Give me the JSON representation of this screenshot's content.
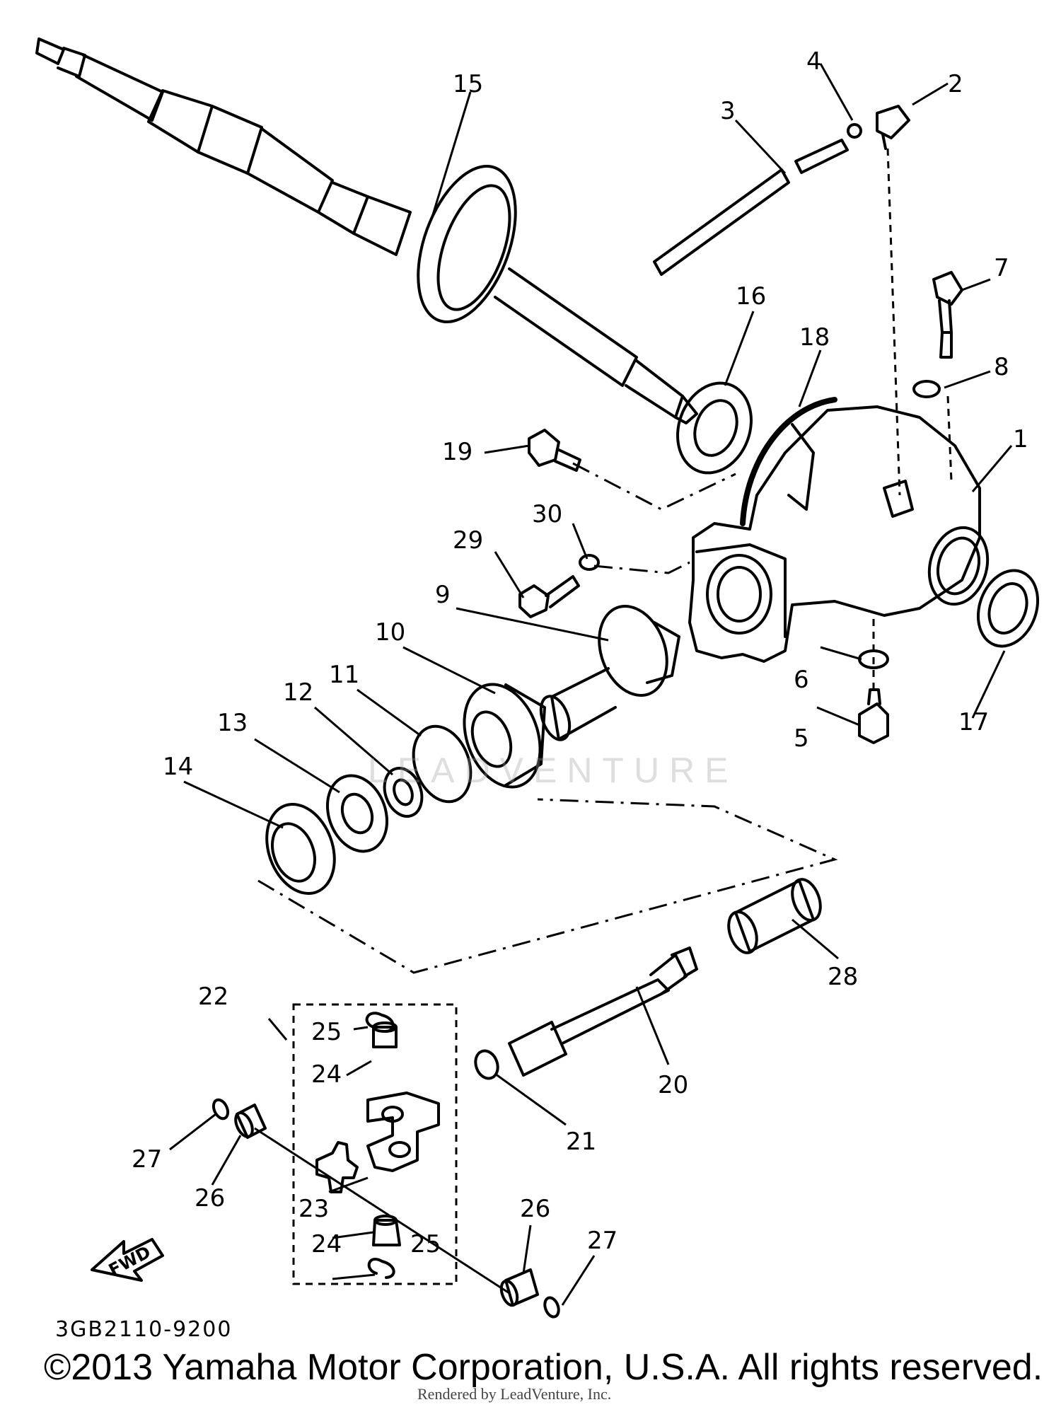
{
  "diagram": {
    "callouts": [
      "1",
      "2",
      "3",
      "4",
      "5",
      "6",
      "7",
      "8",
      "9",
      "10",
      "11",
      "12",
      "13",
      "14",
      "15",
      "16",
      "17",
      "18",
      "19",
      "20",
      "21",
      "22",
      "23",
      "24",
      "24",
      "25",
      "25",
      "26",
      "26",
      "27",
      "27",
      "28",
      "29",
      "30"
    ],
    "fwd_label": "FWD",
    "diagram_code": "3GB2110-9200",
    "watermark": "LEADVENTURE",
    "copyright": "©2013 Yamaha Motor Corporation, U.S.A. All rights reserved.",
    "render_credit": "Rendered by LeadVenture, Inc."
  }
}
